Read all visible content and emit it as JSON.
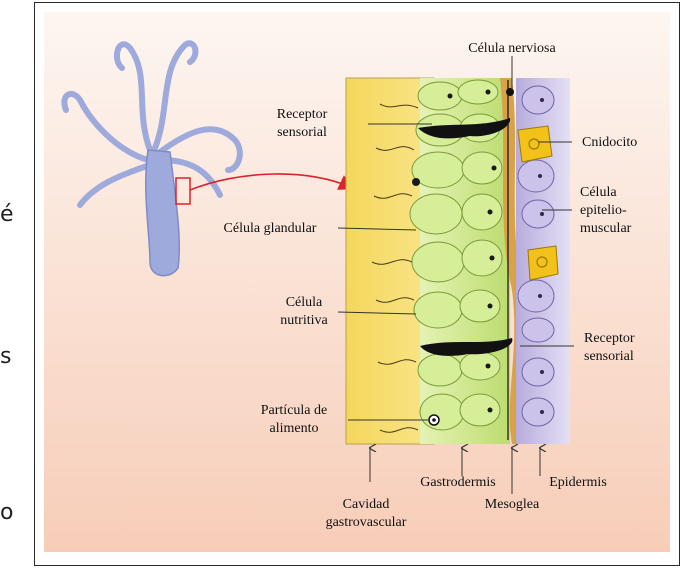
{
  "side_text": [
    "é",
    "s",
    "o"
  ],
  "labels": {
    "celula_nerviosa": "Célula nerviosa",
    "receptor_sensorial_left": [
      "Receptor",
      "sensorial"
    ],
    "cnidocito": "Cnidocito",
    "celula_epitelio_muscular": [
      "Célula",
      "epitelio-",
      "muscular"
    ],
    "celula_glandular": "Célula glandular",
    "celula_nutritiva": [
      "Célula",
      "nutritiva"
    ],
    "receptor_sensorial_right": [
      "Receptor",
      "sensorial"
    ],
    "particula_de_alimento": [
      "Partícula de",
      "alimento"
    ],
    "gastrodermis": "Gastrodermis",
    "epidermis": "Epidermis",
    "cavidad_gastrovascular": [
      "Cavidad",
      "gastrovascular"
    ],
    "mesoglea": "Mesoglea"
  },
  "colors": {
    "background_top": "#fdf6f1",
    "background_bottom": "#f7cdb8",
    "cavity": "#f6dc6a",
    "gastrodermis_cell": "#cfe989",
    "mesoglea": "#d8a24a",
    "epidermis_cell": "#c9c1e6",
    "cnidocyte": "#f2c21a",
    "hydra_body": "#9ea9dc",
    "arrow": "#d9242b"
  }
}
